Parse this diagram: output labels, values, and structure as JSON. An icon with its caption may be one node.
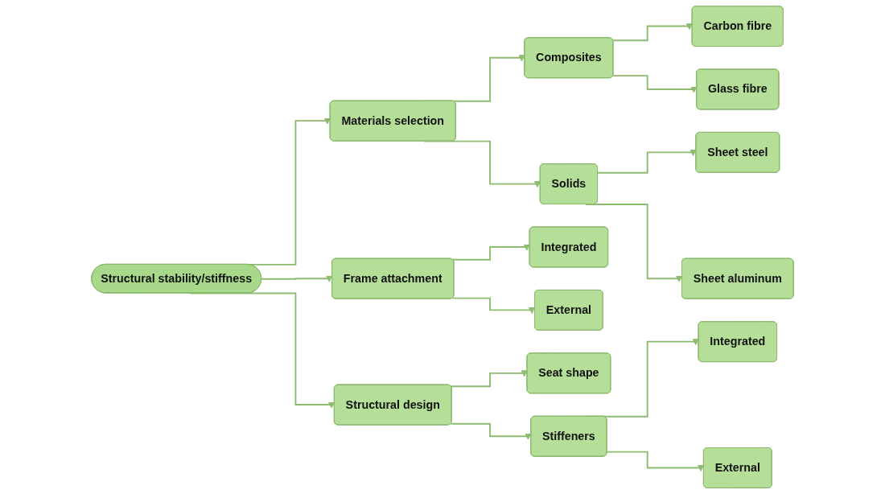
{
  "diagram": {
    "nodes": [
      {
        "text": [
          "Structural stability/stiffness"
        ]
      },
      {
        "text": [
          "Materials selection"
        ]
      },
      {
        "text": [
          "Composites"
        ]
      },
      {
        "text": [
          "Carbon fibre"
        ]
      },
      {
        "text": [
          "Glass fibre"
        ]
      },
      {
        "text": [
          "Solids"
        ]
      },
      {
        "text": [
          "Sheet steel"
        ]
      },
      {
        "text": [
          "Sheet aluminum"
        ]
      },
      {
        "text": [
          "Frame attachment"
        ]
      },
      {
        "text": [
          "Integrated"
        ]
      },
      {
        "text": [
          "External"
        ]
      },
      {
        "text": [
          "Structural design"
        ]
      },
      {
        "text": [
          "Seat shape"
        ]
      },
      {
        "text": [
          "Stiffeners"
        ]
      },
      {
        "text": [
          "Integrated"
        ]
      },
      {
        "text": [
          "External"
        ]
      }
    ],
    "edges": [
      {
        "from": 0,
        "to": 1,
        "arrow": "to"
      },
      {
        "from": 0,
        "to": 8,
        "arrow": "to"
      },
      {
        "from": 0,
        "to": 11,
        "arrow": "to"
      },
      {
        "from": 1,
        "to": 2,
        "arrow": "to"
      },
      {
        "from": 1,
        "to": 5,
        "arrow": "to"
      },
      {
        "from": 2,
        "to": 3,
        "arrow": "to"
      },
      {
        "from": 2,
        "to": 4,
        "arrow": "to"
      },
      {
        "from": 5,
        "to": 6,
        "arrow": "to"
      },
      {
        "from": 5,
        "to": 7,
        "arrow": "to"
      },
      {
        "from": 8,
        "to": 9,
        "arrow": "to"
      },
      {
        "from": 8,
        "to": 10,
        "arrow": "to"
      },
      {
        "from": 11,
        "to": 12,
        "arrow": "to"
      },
      {
        "from": 11,
        "to": 13,
        "arrow": "to"
      },
      {
        "from": 13,
        "to": 14,
        "arrow": "to"
      },
      {
        "from": 13,
        "to": 15,
        "arrow": "to"
      }
    ]
  }
}
